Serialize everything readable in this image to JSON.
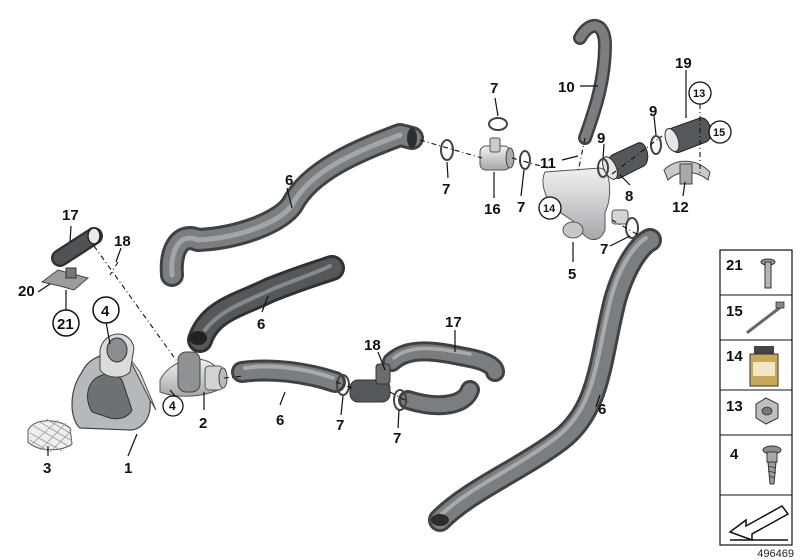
{
  "diagram": {
    "callouts": {
      "c1": "1",
      "c2": "2",
      "c3": "3",
      "c4": "4",
      "c4b": "4",
      "c5": "5",
      "c6a": "6",
      "c6b": "6",
      "c6c": "6",
      "c6d": "6",
      "c7a": "7",
      "c7b": "7",
      "c7c": "7",
      "c7d": "7",
      "c7e": "7",
      "c7f": "7",
      "c8": "8",
      "c9a": "9",
      "c9b": "9",
      "c10": "10",
      "c11": "11",
      "c12": "12",
      "c13": "13",
      "c14": "14",
      "c15": "15",
      "c16": "16",
      "c17a": "17",
      "c17b": "17",
      "c18a": "18",
      "c18b": "18",
      "c19": "19",
      "c20": "20",
      "c21": "21"
    },
    "legend": [
      {
        "num": "21"
      },
      {
        "num": "15"
      },
      {
        "num": "14"
      },
      {
        "num": "13"
      },
      {
        "num": "4"
      }
    ],
    "catalog_number": "496469"
  },
  "colors": {
    "hose_dark": "#5a5d60",
    "hose_mid": "#8a8d90",
    "hose_light": "#b8bbbe",
    "metal": "#d7d9db"
  }
}
